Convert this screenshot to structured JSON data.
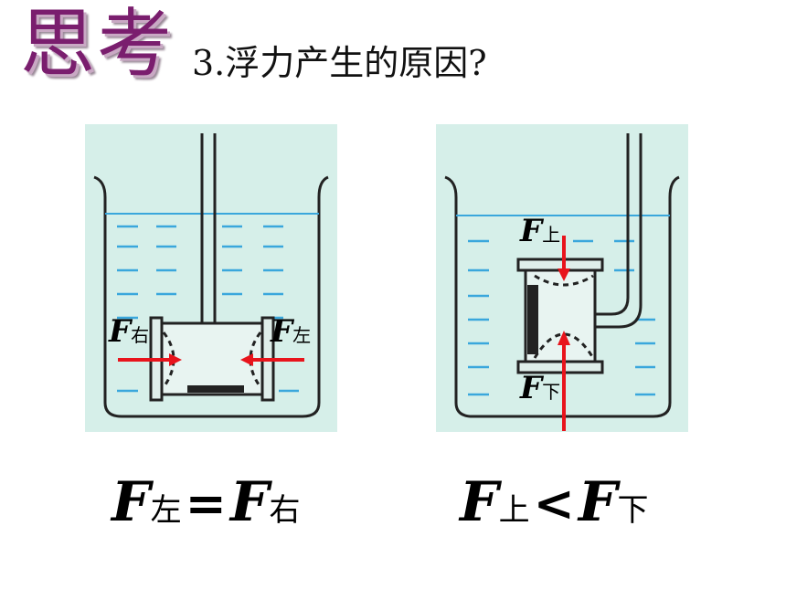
{
  "title": {
    "main": "思考",
    "question": "3.浮力产生的原因?"
  },
  "left_panel": {
    "label_left": {
      "symbol": "F",
      "sub": "右"
    },
    "label_right": {
      "symbol": "F",
      "sub": "左"
    }
  },
  "right_panel": {
    "label_top": {
      "symbol": "F",
      "sub": "上"
    },
    "label_bottom": {
      "symbol": "F",
      "sub": "下"
    }
  },
  "formulas": {
    "left": {
      "f1": "F",
      "s1": "左",
      "op": "=",
      "f2": "F",
      "s2": "右"
    },
    "right": {
      "f1": "F",
      "s1": "上",
      "op": "<",
      "f2": "F",
      "s2": "下"
    }
  },
  "colors": {
    "title": "#7a1e6e",
    "panel_bg": "#d6efe9",
    "water_line": "#3aa7dc",
    "arrow": "#e8141c"
  }
}
